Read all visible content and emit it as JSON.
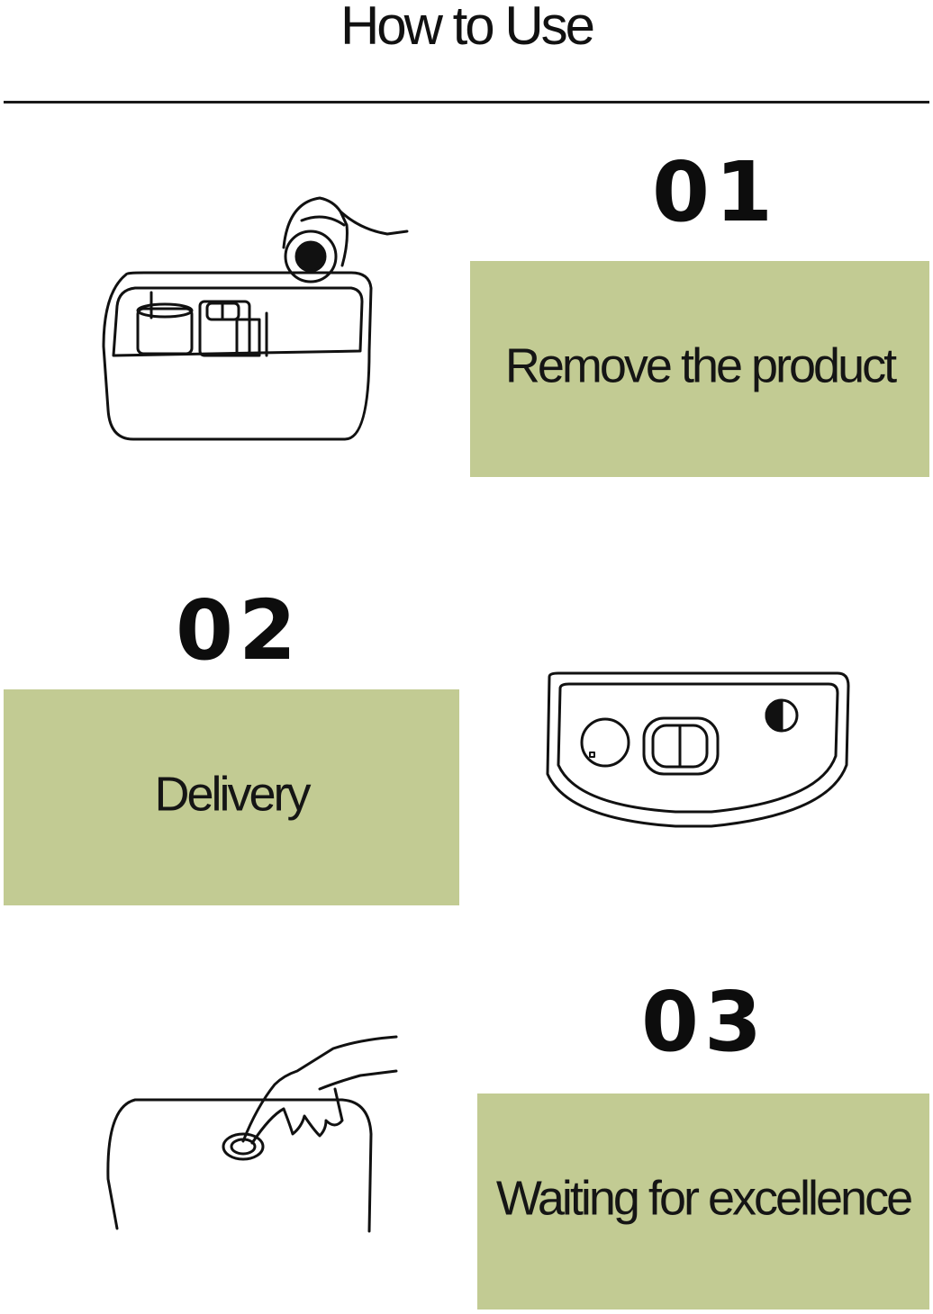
{
  "header": {
    "title": "How to Use"
  },
  "steps": [
    {
      "number": "01",
      "label": "Remove the product",
      "illustration": "cistern-open-hand-removing-icon"
    },
    {
      "number": "02",
      "label": "Delivery",
      "illustration": "cistern-top-view-icon"
    },
    {
      "number": "03",
      "label": "Waiting for excellence",
      "illustration": "finger-press-flush-button-icon"
    }
  ],
  "colors": {
    "panel": "#c2cb93",
    "ink": "#111111",
    "background": "#ffffff"
  }
}
